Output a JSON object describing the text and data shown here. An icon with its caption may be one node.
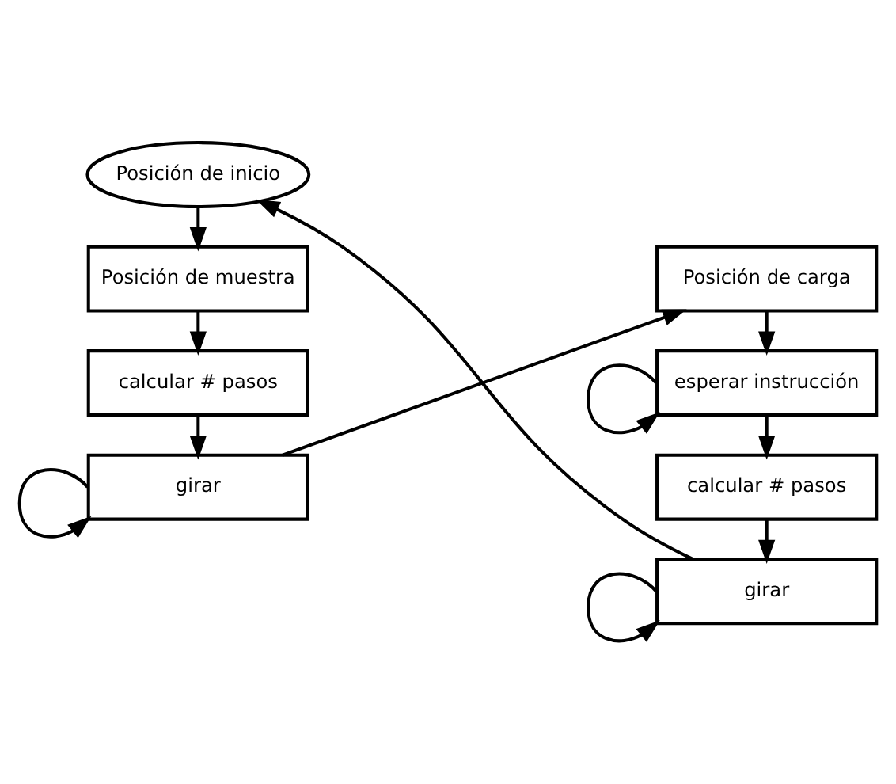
{
  "diagram": {
    "nodes": [
      {
        "text": [
          "Posición de inicio"
        ]
      },
      {
        "text": [
          "Posición de muestra"
        ]
      },
      {
        "text": [
          "calcular # pasos"
        ]
      },
      {
        "text": [
          "girar"
        ]
      },
      {
        "text": [
          "Posición de carga"
        ]
      },
      {
        "text": [
          "esperar instrucción"
        ]
      },
      {
        "text": [
          "calcular # pasos"
        ]
      },
      {
        "text": [
          "girar"
        ]
      }
    ],
    "edges": [
      {
        "from": 0,
        "to": 1,
        "arrow": "to"
      },
      {
        "from": 1,
        "to": 2,
        "arrow": "to"
      },
      {
        "from": 2,
        "to": 3,
        "arrow": "to"
      },
      {
        "from": 3,
        "to": 3,
        "arrow": "to"
      },
      {
        "from": 3,
        "to": 4,
        "arrow": "to"
      },
      {
        "from": 4,
        "to": 5,
        "arrow": "to"
      },
      {
        "from": 5,
        "to": 5,
        "arrow": "to"
      },
      {
        "from": 5,
        "to": 6,
        "arrow": "to"
      },
      {
        "from": 6,
        "to": 7,
        "arrow": "to"
      },
      {
        "from": 7,
        "to": 7,
        "arrow": "to"
      },
      {
        "from": 7,
        "to": 0,
        "arrow": "to"
      }
    ]
  }
}
